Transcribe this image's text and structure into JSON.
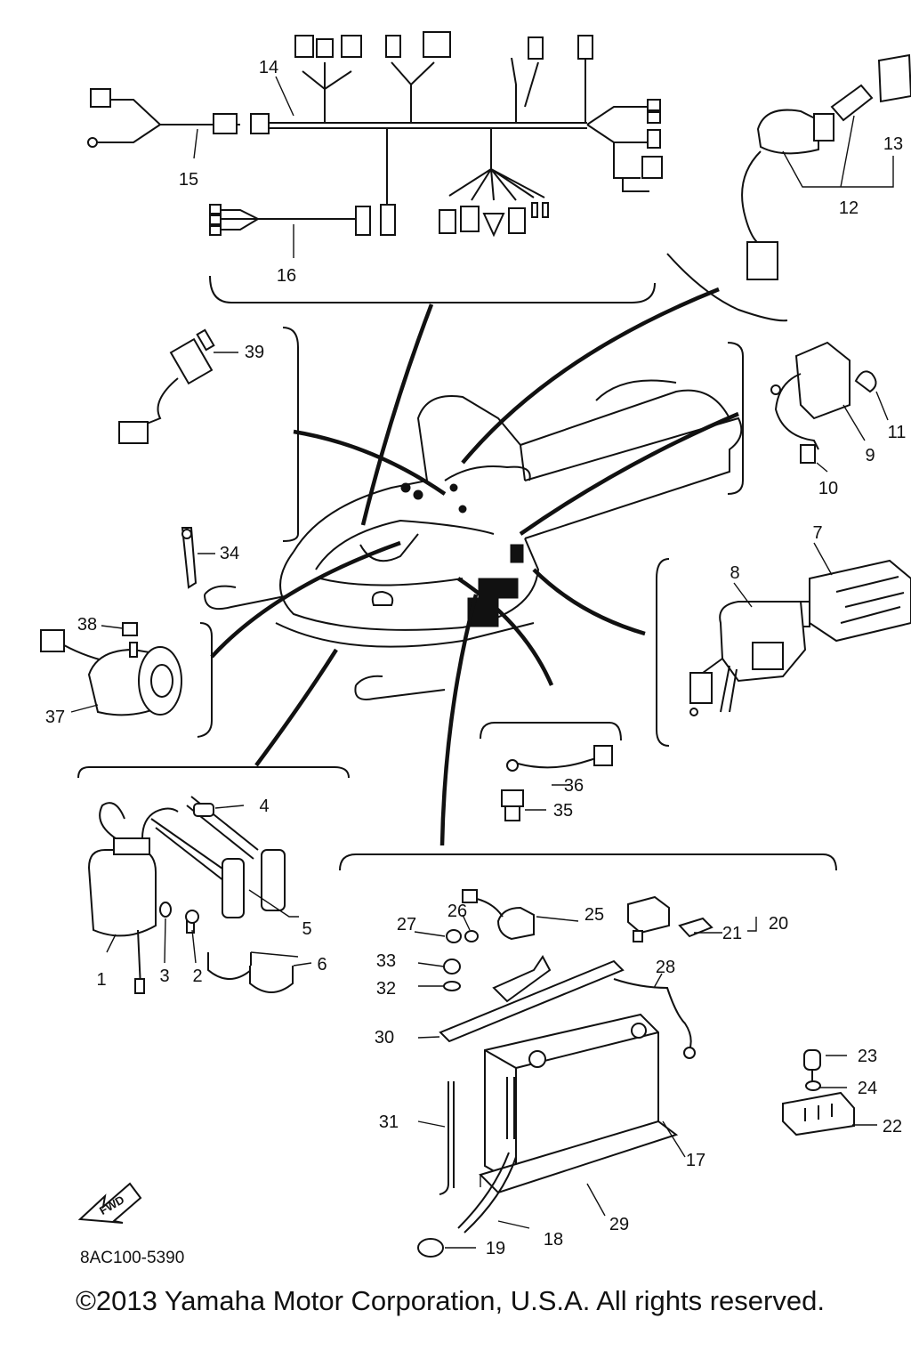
{
  "diagram": {
    "callouts": [
      "1",
      "2",
      "3",
      "4",
      "5",
      "6",
      "7",
      "8",
      "9",
      "10",
      "11",
      "12",
      "13",
      "14",
      "15",
      "16",
      "17",
      "18",
      "19",
      "20",
      "21",
      "22",
      "23",
      "24",
      "25",
      "26",
      "27",
      "28",
      "29",
      "30",
      "31",
      "32",
      "33",
      "34",
      "35",
      "36",
      "37",
      "38",
      "39"
    ],
    "direction_label": "FWD",
    "diagram_code": "8AC100-5390",
    "copyright": "©2013 Yamaha Motor Corporation, U.S.A. All rights reserved."
  }
}
